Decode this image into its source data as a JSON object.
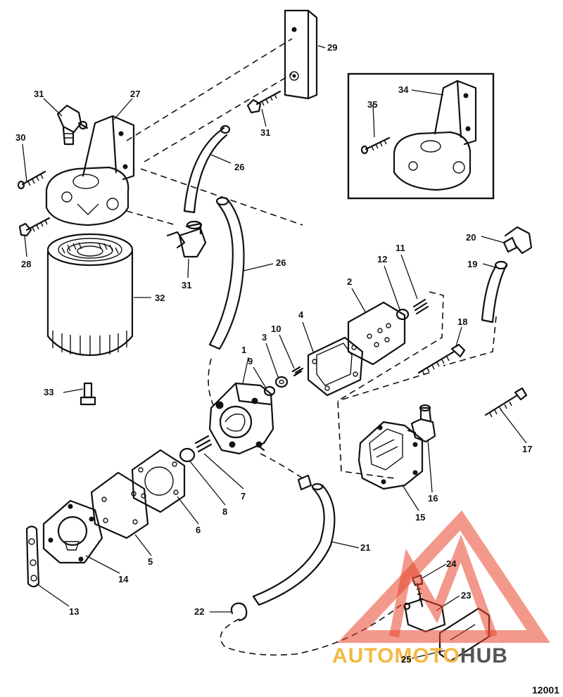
{
  "diagram": {
    "reference_number": "12001",
    "labels": {
      "l1": "1",
      "l2": "2",
      "l3": "3",
      "l4": "4",
      "l5": "5",
      "l6": "6",
      "l7": "7",
      "l8": "8",
      "l9": "9",
      "l10": "10",
      "l11": "11",
      "l12": "12",
      "l13": "13",
      "l14": "14",
      "l15": "15",
      "l16": "16",
      "l17": "17",
      "l18": "18",
      "l19": "19",
      "l20": "20",
      "l21": "21",
      "l22": "22",
      "l23": "23",
      "l24": "24",
      "l25": "25",
      "l26a": "26",
      "l26b": "26",
      "l27": "27",
      "l28": "28",
      "l29": "29",
      "l30": "30",
      "l31a": "31",
      "l31b": "31",
      "l31c": "31",
      "l32": "32",
      "l33": "33",
      "l34": "34",
      "l35": "35"
    }
  },
  "watermark": {
    "text_light": "AUTOMOTO",
    "text_dark": "HUB",
    "light_color": "#f4b942",
    "dark_color": "#555555",
    "triangle_color": "#e8452c"
  }
}
